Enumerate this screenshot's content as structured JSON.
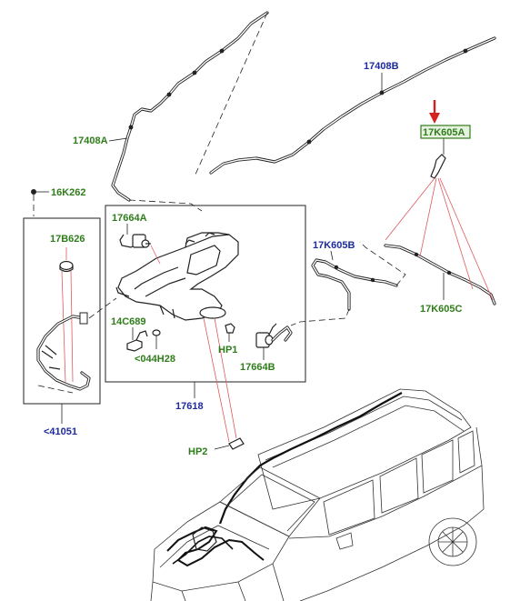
{
  "labels": {
    "l17408A": "17408A",
    "l17408B": "17408B",
    "l17K605A": "17K605A",
    "l16K262": "16K262",
    "l17664A": "17664A",
    "l17B626": "17B626",
    "l17K605B": "17K605B",
    "l17K605C": "17K605C",
    "l14C689": "14C689",
    "lHP1": "HP1",
    "l044H28": "<044H28",
    "l17664B": "17664B",
    "l17618": "17618",
    "lHP2": "HP2",
    "l41051": "<41051"
  },
  "colors": {
    "green_label": "#2e7d1a",
    "blue_label": "#1d2b9e",
    "highlight_box": "#2e7d1a",
    "highlight_fill": "#e6f2df",
    "arrow": "#d4201f",
    "red_leader": "#e05a5a"
  },
  "icons": {
    "pointer": "red-down-arrow-icon"
  }
}
